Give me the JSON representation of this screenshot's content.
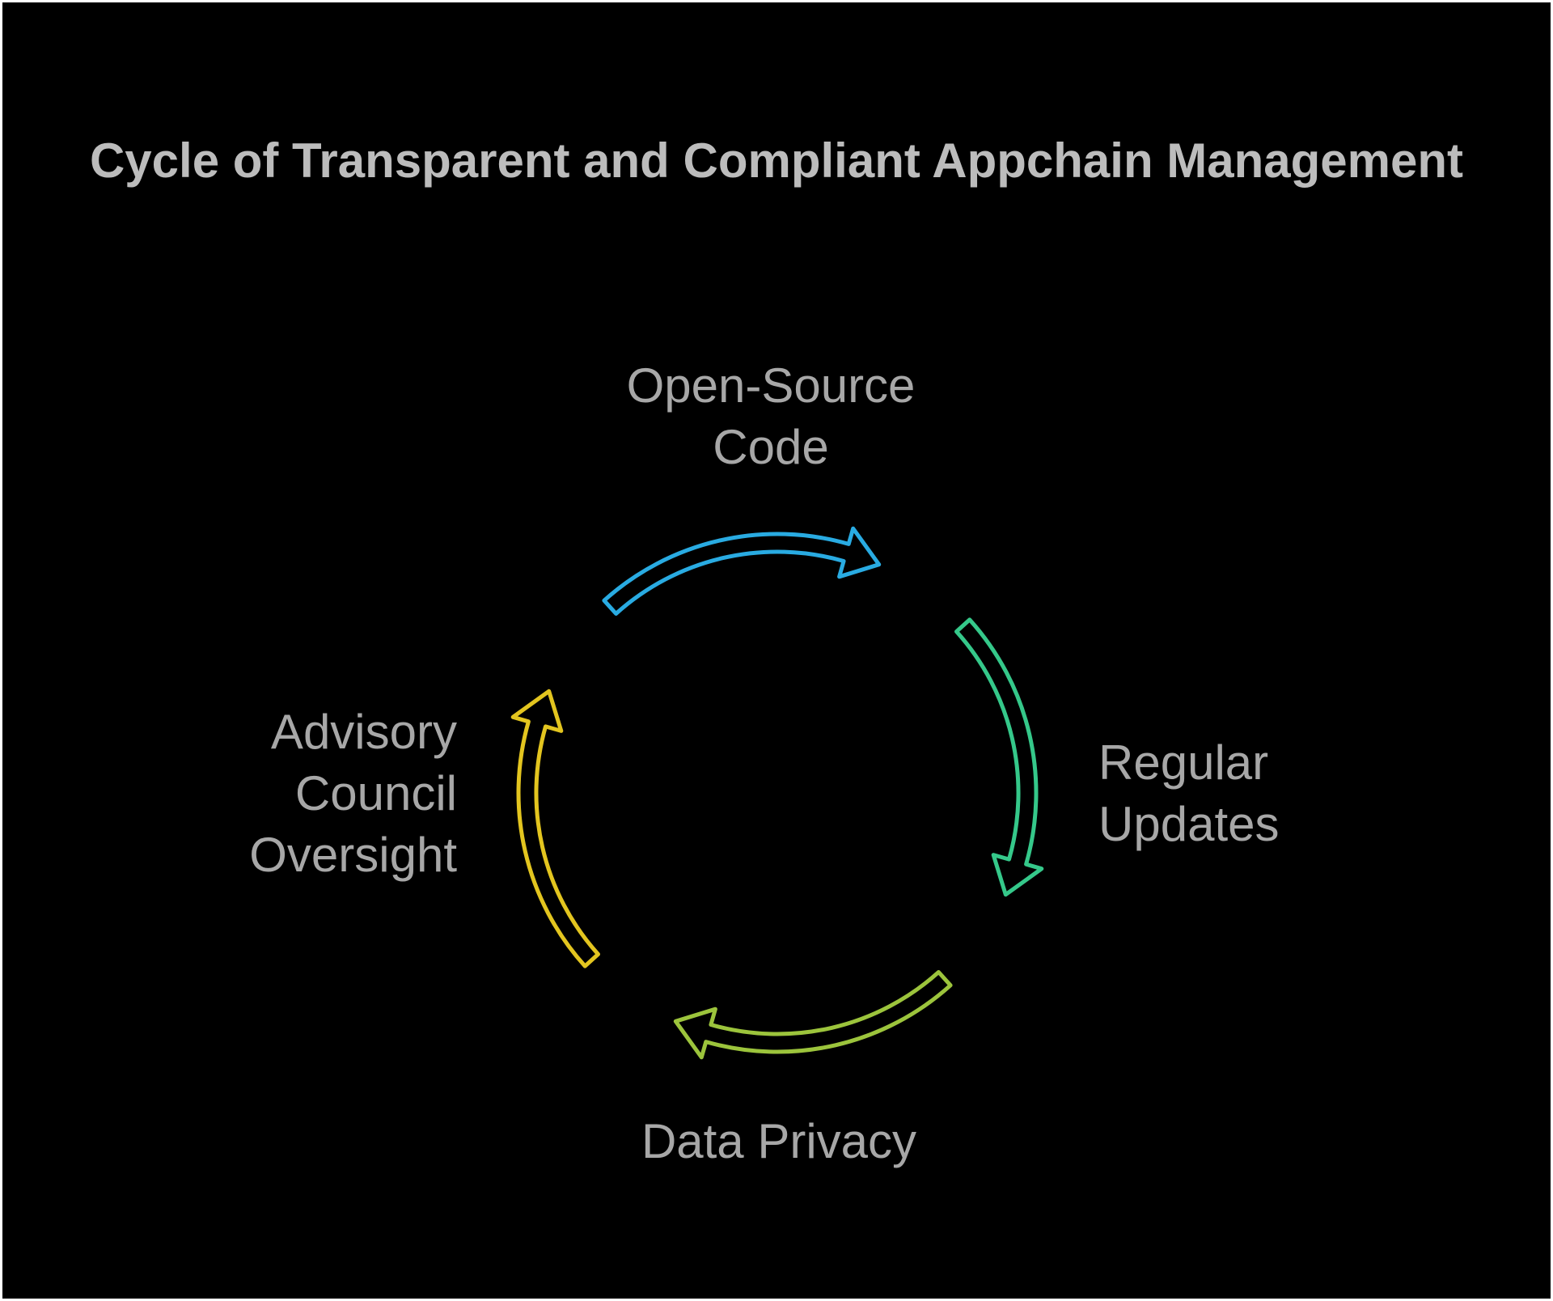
{
  "title": "Cycle of Transparent and Compliant Appchain Management",
  "steps": [
    {
      "lines": [
        "Open-Source",
        "Code"
      ],
      "color": "#29abe2",
      "icon": "arc-arrow-icon"
    },
    {
      "lines": [
        "Regular",
        "Updates"
      ],
      "color": "#35c88a",
      "icon": "arc-arrow-icon"
    },
    {
      "lines": [
        "Data Privacy"
      ],
      "color": "#9cc43c",
      "icon": "arc-arrow-icon"
    },
    {
      "lines": [
        "Advisory",
        "Council",
        "Oversight"
      ],
      "color": "#e3c51f",
      "icon": "arc-arrow-icon"
    }
  ]
}
